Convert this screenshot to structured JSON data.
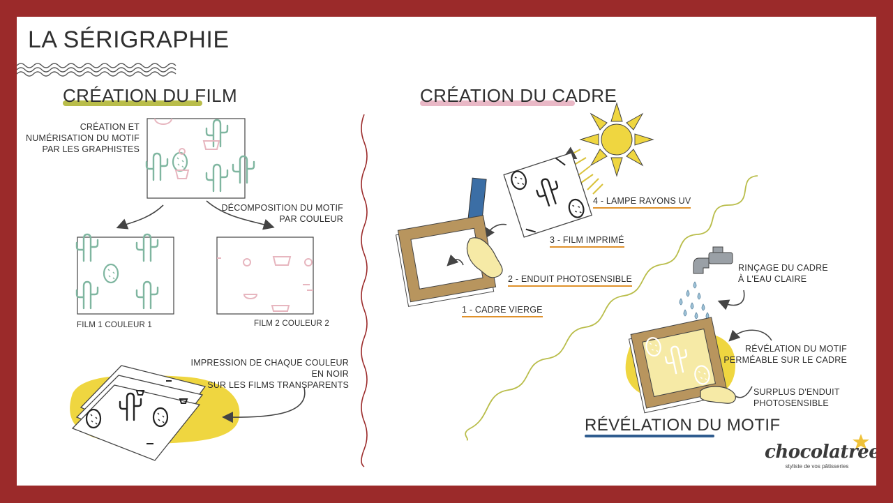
{
  "title": "LA SÉRIGRAPHIE",
  "sections": {
    "film": {
      "title": "CRÉATION DU FILM",
      "step_creation": "CRÉATION ET\nNUMÉRISATION DU MOTIF\nPAR LES GRAPHISTES",
      "step_decomposition": "DÉCOMPOSITION DU MOTIF\nPAR COULEUR",
      "film1": "FILM 1 COULEUR 1",
      "film2": "FILM 2 COULEUR 2",
      "step_impression": "IMPRESSION DE CHAQUE COULEUR EN NOIR\nSUR LES FILMS TRANSPARENTS"
    },
    "cadre": {
      "title": "CRÉATION DU CADRE",
      "step1": "1 - CADRE VIERGE",
      "step2": "2 - ENDUIT PHOTOSENSIBLE",
      "step3": "3 - FILM IMPRIMÉ",
      "step4": "4 - LAMPE RAYONS UV"
    },
    "revelation": {
      "title": "RÉVÉLATION DU MOTIF",
      "rincage": "RINÇAGE DU CADRE\nÀ L'EAU CLAIRE",
      "revelation": "RÉVÉLATION DU MOTIF\nPERMÉABLE SUR LE CADRE",
      "surplus": "SURPLUS D'ENDUIT\nPHOTOSENSIBLE"
    }
  },
  "brand": {
    "name": "chocolatree",
    "tagline": "styliste de vos pâtisseries"
  },
  "colors": {
    "frame_border": "#9b2a2a",
    "cactus_green": "#7fb6a0",
    "pot_pink": "#e7b6bf",
    "yellow": "#efd640",
    "frame_wood": "#b8955e",
    "coating": "#f6eaa6",
    "film_blue": "#3b6ea5",
    "underline_olive": "#b9bd4a",
    "underline_pink": "#e9b8c6",
    "underline_orange": "#e0912a",
    "underline_navy": "#2f5c8f"
  }
}
